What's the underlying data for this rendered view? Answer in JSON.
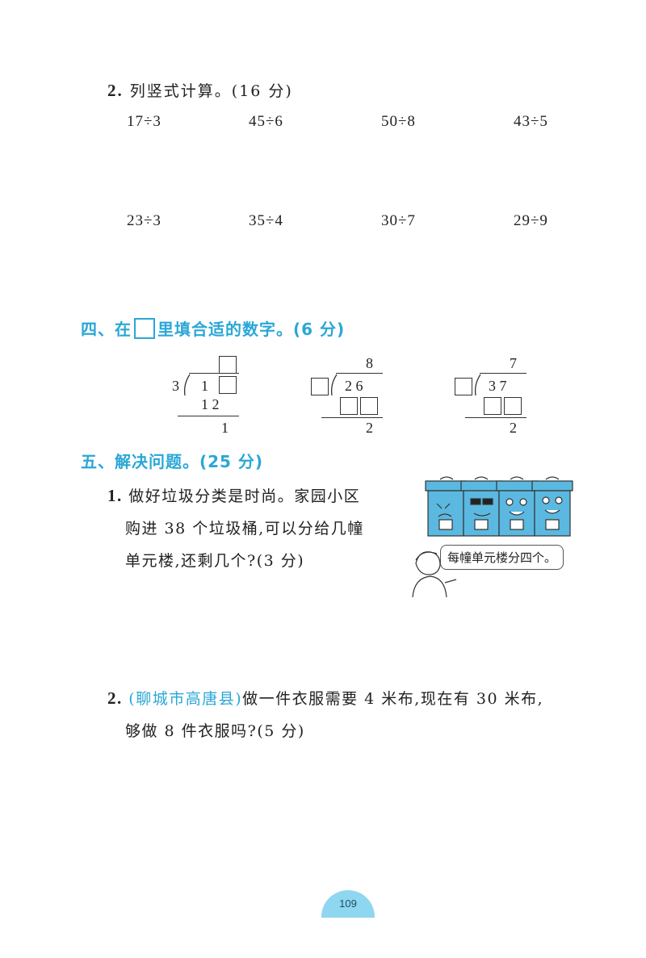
{
  "part3_q2": {
    "num": "2.",
    "text": "列竖式计算。(16 分)",
    "row1": [
      "17÷3",
      "45÷6",
      "50÷8",
      "43÷5"
    ],
    "row2": [
      "23÷3",
      "35÷4",
      "30÷7",
      "29÷9"
    ]
  },
  "section4": {
    "title_a": "四、在",
    "title_b": "里填合适的数字。(6 分)",
    "d1": {
      "divisor": "3",
      "dividend_digit": "1",
      "product": "1  2",
      "remainder": "1"
    },
    "d2": {
      "quotient": "8",
      "dividend": "2  6",
      "remainder": "2"
    },
    "d3": {
      "quotient": "7",
      "dividend": "3  7",
      "remainder": "2"
    }
  },
  "section5": {
    "title": "五、解决问题。(25 分)",
    "p1": {
      "num": "1.",
      "line1": "做好垃圾分类是时尚。家园小区",
      "line2": "购进 38 个垃圾桶,可以分给几幢",
      "line3": "单元楼,还剩几个?(3 分)",
      "speech": "每幢单元楼分四个。"
    },
    "p2": {
      "num": "2.",
      "source": "(聊城市高唐县)",
      "line1": "做一件衣服需要 4 米布,现在有 30 米布,",
      "line2": "够做 8 件衣服吗?(5 分)"
    }
  },
  "page_number": "109",
  "colors": {
    "accent": "#2aa7d6",
    "bin": "#5bb8e0"
  }
}
